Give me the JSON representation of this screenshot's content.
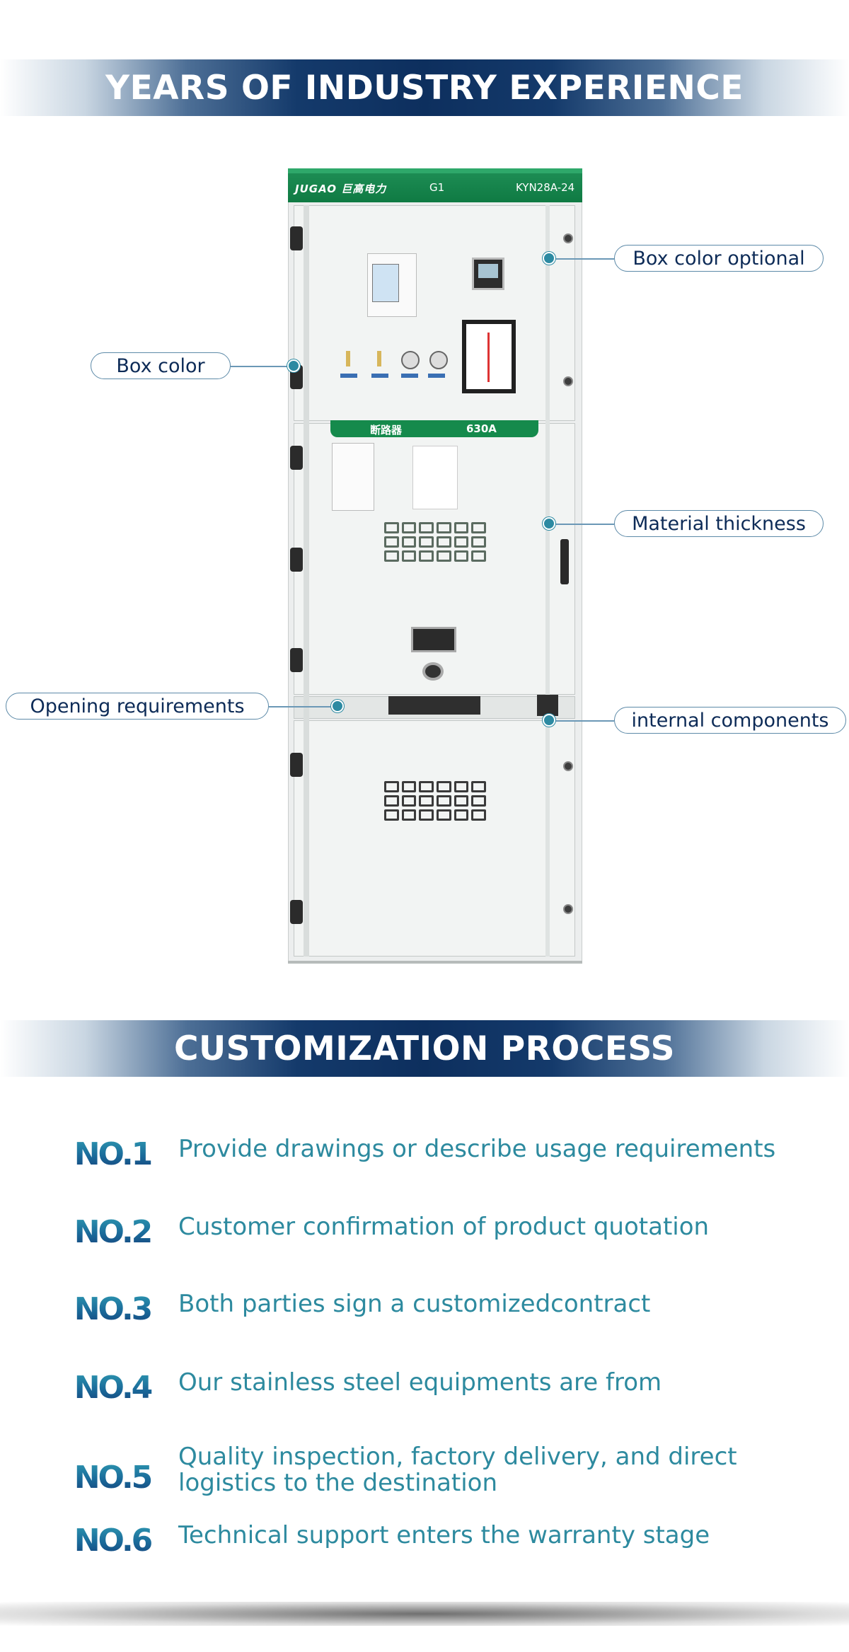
{
  "banners": {
    "top": "YEARS OF INDUSTRY EXPERIENCE",
    "process": "CUSTOMIZATION PROCESS"
  },
  "cabinet": {
    "logo": "JUGAO 巨高电力",
    "panel_code": "G1",
    "model": "KYN28A-24",
    "breaker_label_cn": "断路器",
    "breaker_rating": "630A"
  },
  "callouts": {
    "box_color_optional": "Box color optional",
    "box_color": "Box color",
    "material_thickness": "Material thickness",
    "opening_requirements": "Opening requirements",
    "internal_components": "internal components"
  },
  "steps": [
    {
      "num": "NO.1",
      "text": "Provide drawings or describe usage requirements"
    },
    {
      "num": "NO.2",
      "text": "Customer confirmation of product quotation"
    },
    {
      "num": "NO.3",
      "text": "Both parties sign a customizedcontract"
    },
    {
      "num": "NO.4",
      "text": "Our stainless steel equipments are from"
    },
    {
      "num": "NO.5",
      "text": "Quality inspection, factory delivery, and direct logistics to the destination"
    },
    {
      "num": "NO.6",
      "text": "Technical support enters the warranty stage"
    }
  ],
  "colors": {
    "banner_navy": "#0d2f5e",
    "cabinet_green": "#158a4c",
    "step_text_teal": "#2d8a9f",
    "callout_navy": "#0d2b57"
  }
}
